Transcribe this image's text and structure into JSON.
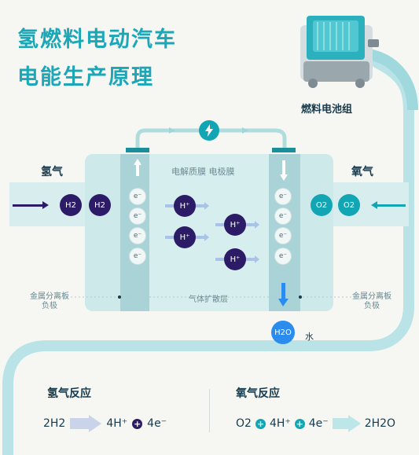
{
  "title": {
    "line1": "氢燃料电动汽车",
    "line2": "电能生产原理"
  },
  "stack_label": "燃料电池组",
  "left_gas": "氢气",
  "right_gas": "氧气",
  "membrane_label": "电解质膜 电极膜",
  "diffusion_label": "气体扩散层",
  "left_plate": {
    "line1": "金属分离板",
    "line2": "负极"
  },
  "right_plate": {
    "line1": "金属分离板",
    "line2": "负极"
  },
  "molecules": {
    "h2": "H2",
    "o2": "O2",
    "h_plus": "H⁺",
    "electron": "e⁻",
    "h2o": "H2O"
  },
  "water_label": "水",
  "reactions": {
    "hydrogen": {
      "title": "氢气反应",
      "lhs": "2H2",
      "rhs1": "4H⁺",
      "rhs2": "4e⁻"
    },
    "oxygen": {
      "title": "氧气反应",
      "lhs1": "O2",
      "lhs2": "4H⁺",
      "lhs3": "4e⁻",
      "rhs": "2H2O"
    }
  },
  "colors": {
    "accent": "#1ba7b8",
    "navy": "#2c1b66",
    "teal": "#12a6b4",
    "water": "#2b8cf0"
  },
  "icons": {
    "power": "lightning-icon"
  }
}
